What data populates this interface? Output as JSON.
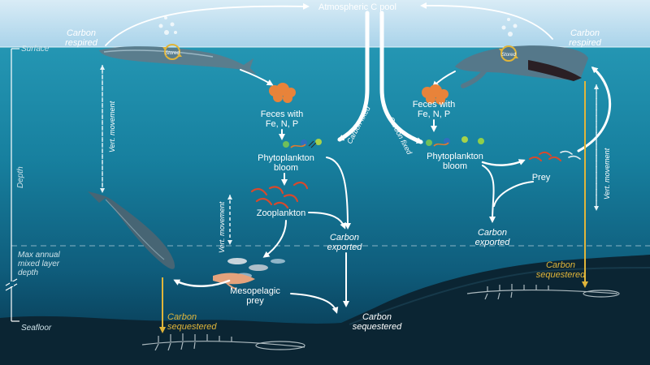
{
  "title": "Atmospheric C pool",
  "left": {
    "carbon_respired": [
      "Carbon",
      "respired"
    ],
    "stored": "Stored",
    "feces": [
      "Feces with",
      "Fe, N, P"
    ],
    "phytoplankton": [
      "Phytoplankton",
      "bloom"
    ],
    "carbon_fixed": "Carbon fixed",
    "vert_movement_whale": "Vert. movement",
    "vert_movement_zoo": "Vert. movement",
    "zooplankton": "Zooplankton",
    "carbon_exported": [
      "Carbon",
      "exported"
    ],
    "mesopelagic": [
      "Mesopelagic",
      "prey"
    ],
    "carbon_sequestered_deep": [
      "Carbon",
      "sequestered"
    ],
    "carbon_sequestered_whale": [
      "Carbon",
      "sequestered"
    ]
  },
  "right": {
    "carbon_respired": [
      "Carbon",
      "respired"
    ],
    "stored": "Stored",
    "feces": [
      "Feces with",
      "Fe, N, P"
    ],
    "carbon_fixed": "Carbon fixed",
    "phytoplankton": [
      "Phytoplankton",
      "bloom"
    ],
    "prey": "Prey",
    "vert_movement": "Vert. movement",
    "carbon_exported": [
      "Carbon",
      "exported"
    ],
    "carbon_sequestered": [
      "Carbon",
      "sequestered"
    ]
  },
  "depth_axis": {
    "surface": "Surface",
    "depth": "Depth",
    "mixed_layer": [
      "Max annual",
      "mixed layer",
      "depth"
    ],
    "seafloor": "Seafloor"
  },
  "colors": {
    "sky_top": "#d9ecf6",
    "sky_bottom": "#a9d3ea",
    "water_top": "#1f8fae",
    "water_mid": "#136e8c",
    "water_deep": "#0a3e56",
    "seafloor": "#0a2030",
    "sequestered_gold": "#e0b53a",
    "arrow": "#ffffff"
  }
}
